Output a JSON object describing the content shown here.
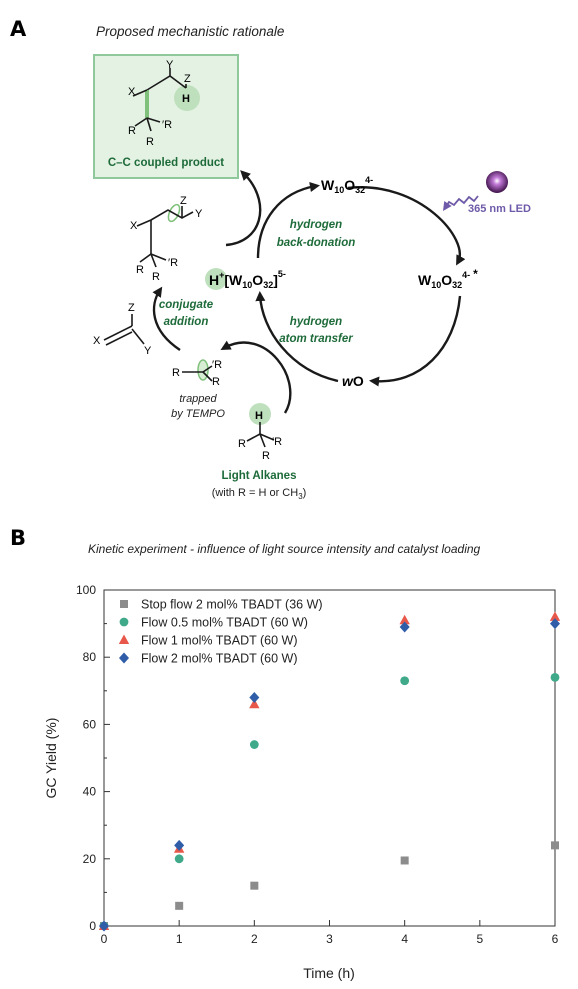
{
  "panel_a": {
    "letter": "A",
    "title": "Proposed mechanistic rationale",
    "product_label": "C–C coupled product",
    "labels": {
      "hydrogen_back_donation_1": "hydrogen",
      "hydrogen_back_donation_2": "back-donation",
      "hat_1": "hydrogen",
      "hat_2": "atom transfer",
      "conj_1": "conjugate",
      "conj_2": "addition",
      "led": "365 nm LED",
      "trapped_1": "trapped",
      "trapped_2": "by TEMPO",
      "light_alkanes": "Light Alkanes",
      "with_r": "(with R = H or CH",
      "with_r_sub": "3",
      "with_r_end": ")"
    },
    "species": {
      "catalyst_top_w": "W",
      "catalyst_top_w_sub": "10",
      "catalyst_top_o": "O",
      "catalyst_top_o_sub": "32",
      "catalyst_top_charge": "4-",
      "excited_charge": "4-",
      "excited_star": "*",
      "reduced_h": "H",
      "reduced_plus": "+",
      "reduced_bracket": "[W",
      "reduced_w_sub": "10",
      "reduced_o": "O",
      "reduced_o_sub": "32",
      "reduced_close": "]",
      "reduced_charge": "5-",
      "wo_w": "w",
      "wo_o": "O"
    },
    "atoms": {
      "X": "X",
      "Y": "Y",
      "Z": "Z",
      "H": "H",
      "R": "R",
      "Rp": "′R"
    }
  },
  "panel_b": {
    "letter": "B",
    "title": "Kinetic experiment - influence of light source intensity and catalyst loading"
  },
  "colors": {
    "green_fill": "#e4f2e3",
    "green_border": "#8fc89a",
    "green_text": "#1e6b3a",
    "led_purple": "#6e5aa8",
    "series_gray": "#8c8c8c",
    "series_teal": "#3fa98a",
    "series_red": "#e8584a",
    "series_blue": "#2f5da8"
  },
  "chart_data": {
    "type": "scatter",
    "xlabel": "Time (h)",
    "ylabel": "GC Yield (%)",
    "xlim": [
      0,
      6
    ],
    "ylim": [
      0,
      100
    ],
    "xticks": [
      0,
      1,
      2,
      3,
      4,
      5,
      6
    ],
    "yticks": [
      0,
      20,
      40,
      60,
      80,
      100
    ],
    "legend_position": "top-left",
    "grid": false,
    "series": [
      {
        "name": "Stop flow 2 mol% TBADT (36 W)",
        "marker": "square",
        "color": "#8c8c8c",
        "x": [
          0,
          1,
          2,
          4,
          6
        ],
        "y": [
          0,
          6,
          12,
          19.5,
          24
        ]
      },
      {
        "name": "Flow 0.5 mol% TBADT (60 W)",
        "marker": "circle",
        "color": "#3fa98a",
        "x": [
          0,
          1,
          2,
          4,
          6
        ],
        "y": [
          0,
          20,
          54,
          73,
          74
        ]
      },
      {
        "name": "Flow 1 mol% TBADT (60 W)",
        "marker": "triangle",
        "color": "#e8584a",
        "x": [
          0,
          1,
          2,
          4,
          6
        ],
        "y": [
          0,
          23,
          66,
          91,
          92
        ]
      },
      {
        "name": "Flow 2 mol% TBADT (60 W)",
        "marker": "diamond",
        "color": "#2f5da8",
        "x": [
          0,
          1,
          2,
          4,
          6
        ],
        "y": [
          0,
          24,
          68,
          89,
          90
        ]
      }
    ]
  }
}
